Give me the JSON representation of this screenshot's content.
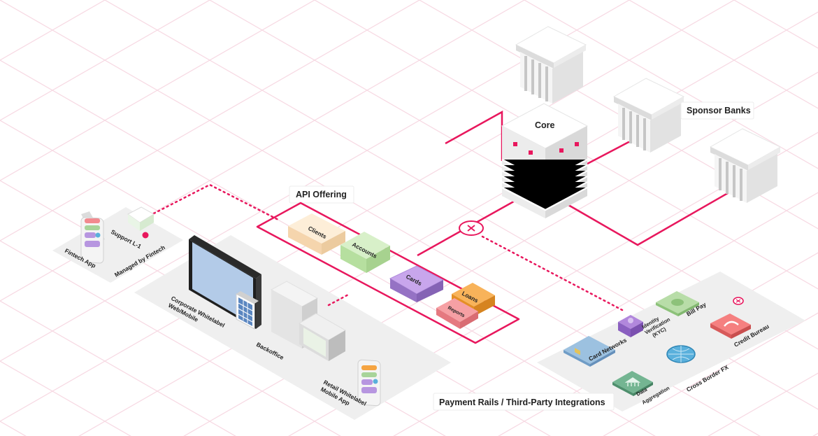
{
  "labels": {
    "core": "Core",
    "sponsor_banks": "Sponsor Banks",
    "api_offering": "API Offering",
    "payment_rails": "Payment Rails / Third-Party Integrations",
    "support": "Support L-1",
    "managed_by_fintech": "Managed by Fintech",
    "fintech_app": "Fintech App",
    "corporate_line1": "Corporate Whitelabel",
    "corporate_line2": "Web/Mobile",
    "backoffice": "Backoffice",
    "retail_line1": "Retail Whitelabel",
    "retail_line2": "Mobile App"
  },
  "api_blocks": {
    "clients": "Clients",
    "accounts": "Accounts",
    "cards": "Cards",
    "loans": "Loans",
    "reports": "Reports"
  },
  "integrations": {
    "card_networks": "Card Networks",
    "identity_line1": "Identity",
    "identity_line2": "Verification",
    "identity_line3": "(KYC)",
    "bill_pay": "Bill Pay",
    "credit_bureau": "Credit Bureau",
    "cross_border": "Cross Border FX",
    "data_line1": "Data",
    "data_line2": "Aggregation"
  },
  "colors": {
    "accent": "#e8175d",
    "grid": "#f7d9e3",
    "panel": "#efefef",
    "clients": "#f9e0c0",
    "accounts": "#c9e8b8",
    "cards": "#b796e0",
    "loans": "#f5a441",
    "reports": "#f28a8f",
    "card_networks": "#8fb6d8",
    "identity": "#9b6fc6",
    "bill_pay": "#a8d49a",
    "credit_bureau": "#f26b6b",
    "cross_border": "#5ab0dc",
    "data_aggregation": "#5fa080"
  },
  "icons": {
    "bank": "bank-building-icon",
    "core": "core-server-icon",
    "connector": "close-circle-icon"
  }
}
